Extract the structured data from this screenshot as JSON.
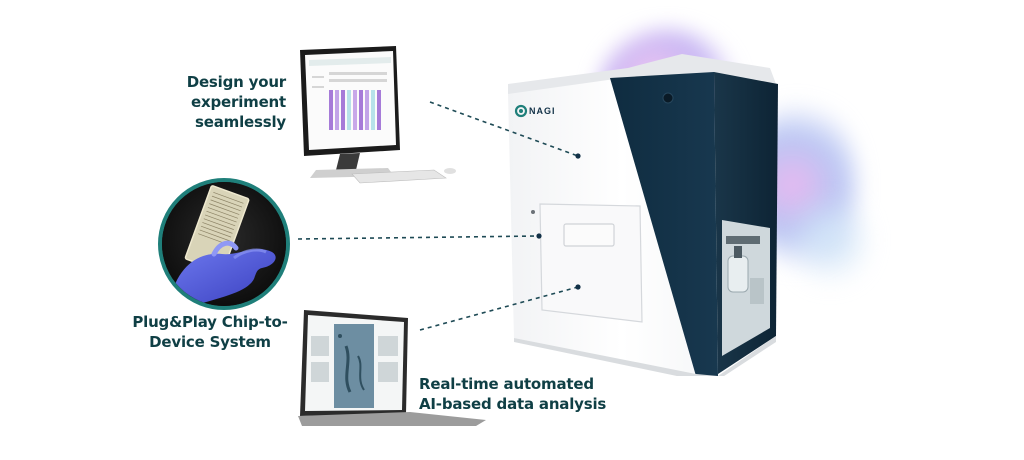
{
  "callouts": {
    "design": {
      "lines": [
        "Design your",
        "experiment",
        "seamlessly"
      ]
    },
    "plug": {
      "lines": [
        "Plug&Play Chip-to-",
        "Device System"
      ]
    },
    "ai": {
      "lines": [
        "Real-time automated",
        "AI-based data analysis"
      ]
    }
  },
  "device": {
    "brand": "NAGI"
  },
  "colors": {
    "label_text": "#0f3f45",
    "device_navy": "#123147",
    "ring_teal": "#1f7f7a",
    "glove_purple": "#4d56d6"
  }
}
